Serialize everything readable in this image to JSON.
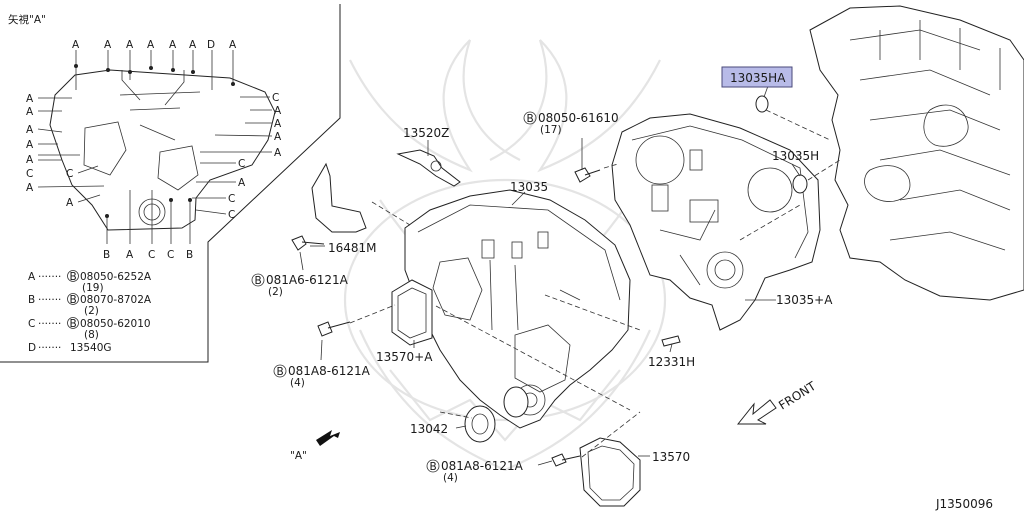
{
  "inset": {
    "title": "矢視\"A\"",
    "top_markers": [
      "A",
      "A",
      "A",
      "A",
      "A",
      "A",
      "D",
      "A"
    ],
    "left_markers": [
      "A",
      "A",
      "A",
      "A",
      "A",
      "A",
      "C",
      "A",
      "C"
    ],
    "right_markers": [
      "C",
      "A",
      "A",
      "A",
      "C",
      "A",
      "C",
      "C"
    ],
    "bottom_markers": [
      "B",
      "A",
      "C",
      "C",
      "B"
    ],
    "legend": [
      {
        "key": "A",
        "dots": "·······",
        "circle": "B",
        "part": "08050-6252A",
        "qty": "(19)"
      },
      {
        "key": "B",
        "dots": "·······",
        "circle": "B",
        "part": "08070-8702A",
        "qty": "(2)"
      },
      {
        "key": "C",
        "dots": "·······",
        "circle": "B",
        "part": "08050-62010",
        "qty": "(8)"
      },
      {
        "key": "D",
        "dots": "·······",
        "circle": "",
        "part": "13540G",
        "qty": ""
      }
    ]
  },
  "callouts": {
    "c13520Z": "13520Z",
    "c13035": "13035",
    "c16481M": "16481M",
    "c081A6": "081A6-6121A",
    "c081A6_qty": "(2)",
    "c13570A": "13570+A",
    "c081A8a": "081A8-6121A",
    "c081A8a_qty": "(4)",
    "c08050_61610": "08050-61610",
    "c08050_qty": "(17)",
    "c13035HA": "13035HA",
    "c13035H": "13035H",
    "c13035A": "13035+A",
    "c12331H": "12331H",
    "c13042": "13042",
    "c081A8b": "081A8-6121A",
    "c081A8b_qty": "(4)",
    "c13570": "13570",
    "view_a": "\"A\"",
    "front": "FRONT",
    "circle_b": "B"
  },
  "diagram_id": "J1350096",
  "colors": {
    "highlight": "#b8bbe8",
    "ink": "#222222",
    "watermark": "#e4e4e4"
  }
}
